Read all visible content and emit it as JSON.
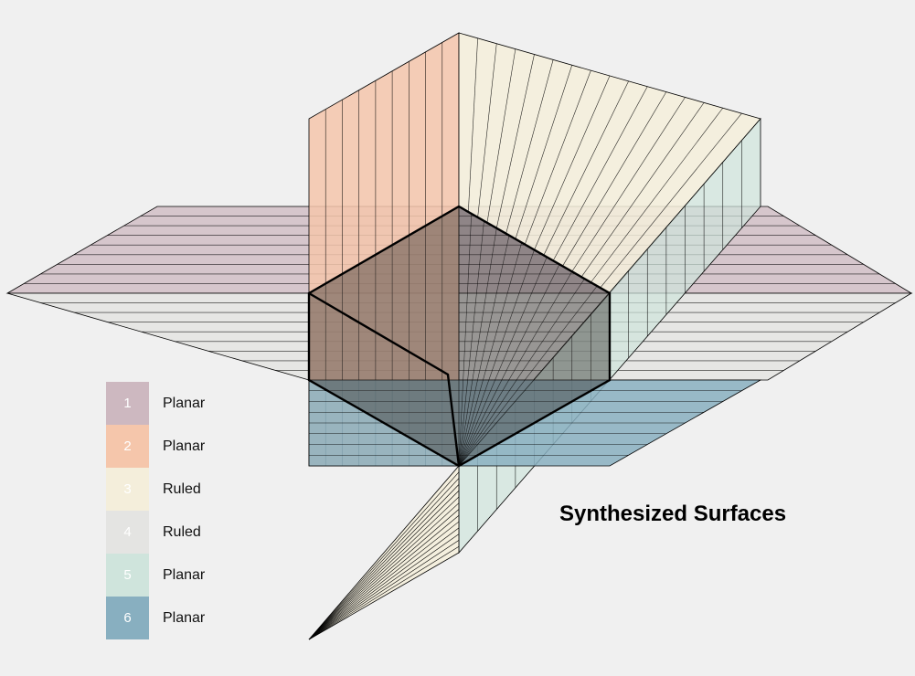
{
  "title": "Synthesized Surfaces",
  "legend": [
    {
      "number": "1",
      "label": "Planar",
      "color": "#cdb8c0"
    },
    {
      "number": "2",
      "label": "Planar",
      "color": "#f5c6ab"
    },
    {
      "number": "3",
      "label": "Ruled",
      "color": "#f4eedb"
    },
    {
      "number": "4",
      "label": "Ruled",
      "color": "#e4e4e2"
    },
    {
      "number": "5",
      "label": "Planar",
      "color": "#cfe4dc"
    },
    {
      "number": "6",
      "label": "Planar",
      "color": "#88afc0"
    }
  ],
  "colors": {
    "background": "#f0f0f0",
    "edge": "#000000",
    "core_box": "#3a3533"
  }
}
